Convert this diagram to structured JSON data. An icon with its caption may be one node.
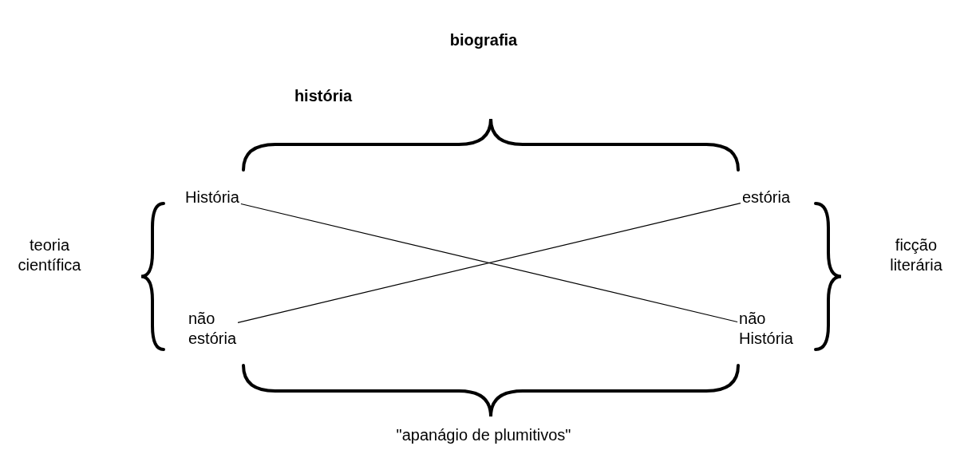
{
  "diagram": {
    "title": "biografia",
    "nodes": [
      {
        "text": [
          "História"
        ]
      },
      {
        "text": [
          "estória"
        ]
      },
      {
        "text": [
          "não estória"
        ]
      },
      {
        "text": [
          "não História"
        ]
      }
    ],
    "edges": [
      {
        "from": 0,
        "to": 3,
        "arrow": "none"
      },
      {
        "from": 1,
        "to": 2,
        "arrow": "none"
      }
    ],
    "labels": [
      "história",
      "teoria científica",
      "ficção literária",
      "\"apanágio de plumitivos\""
    ]
  }
}
